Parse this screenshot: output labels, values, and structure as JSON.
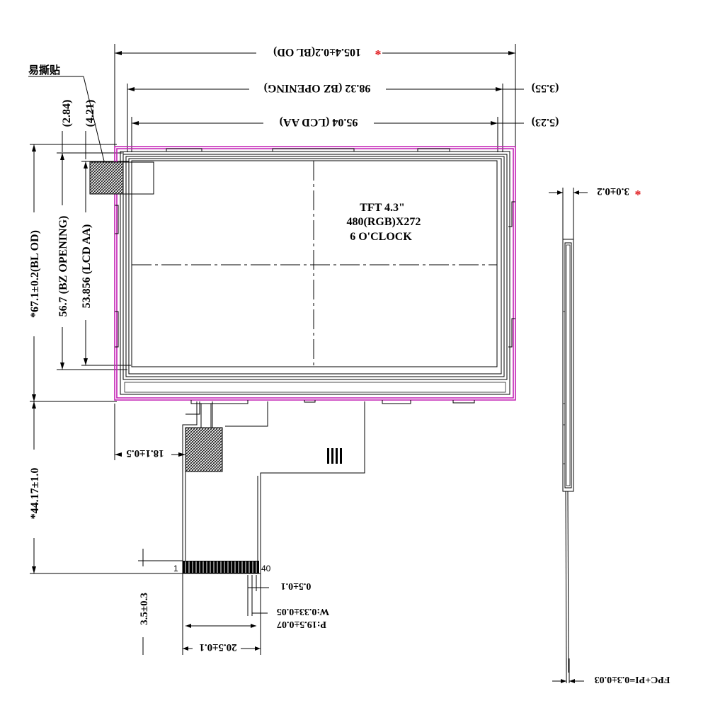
{
  "colors": {
    "outline": "#c21fb4",
    "star": "#e0191d",
    "line": "#000000"
  },
  "icons": {
    "star": "asterisk-star-icon"
  },
  "labels": {
    "bl_od_width": "105.4±0.2(BL OD)",
    "bz_opening_width": "98.32 (BZ OPENING)",
    "lcd_aa_width": "95.04 (LCD AA)",
    "offset_355": "(3.55)",
    "offset_523": "(5.23)",
    "thickness": "3.0±0.2",
    "tape": "易撕贴",
    "offset_284": "(2.84)",
    "offset_421": "(4.21)",
    "bl_od_height": "*67.1±0.2(BL OD)",
    "bz_opening_height": "56.7 (BZ OPENING)",
    "lcd_aa_height": "53.856 (LCD AA)",
    "panel_line1": "TFT 4.3\"",
    "panel_line2": "480(RGB)X272",
    "panel_line3": "6 O'CLOCK",
    "fpc_offset": "18.1±0.5",
    "fpc_length": "*44.17±1.0",
    "pin_first": "1",
    "pin_last": "40",
    "pad_width": "0.5±0.1",
    "pad_w": "W:0.33±0.05",
    "pad_pitch": "P:19.5±0.07",
    "fpc_width": "20.5±0.1",
    "tail_length": "3.5±0.3",
    "fpc_thickness": "FPC+PI=0.3±0.03"
  }
}
